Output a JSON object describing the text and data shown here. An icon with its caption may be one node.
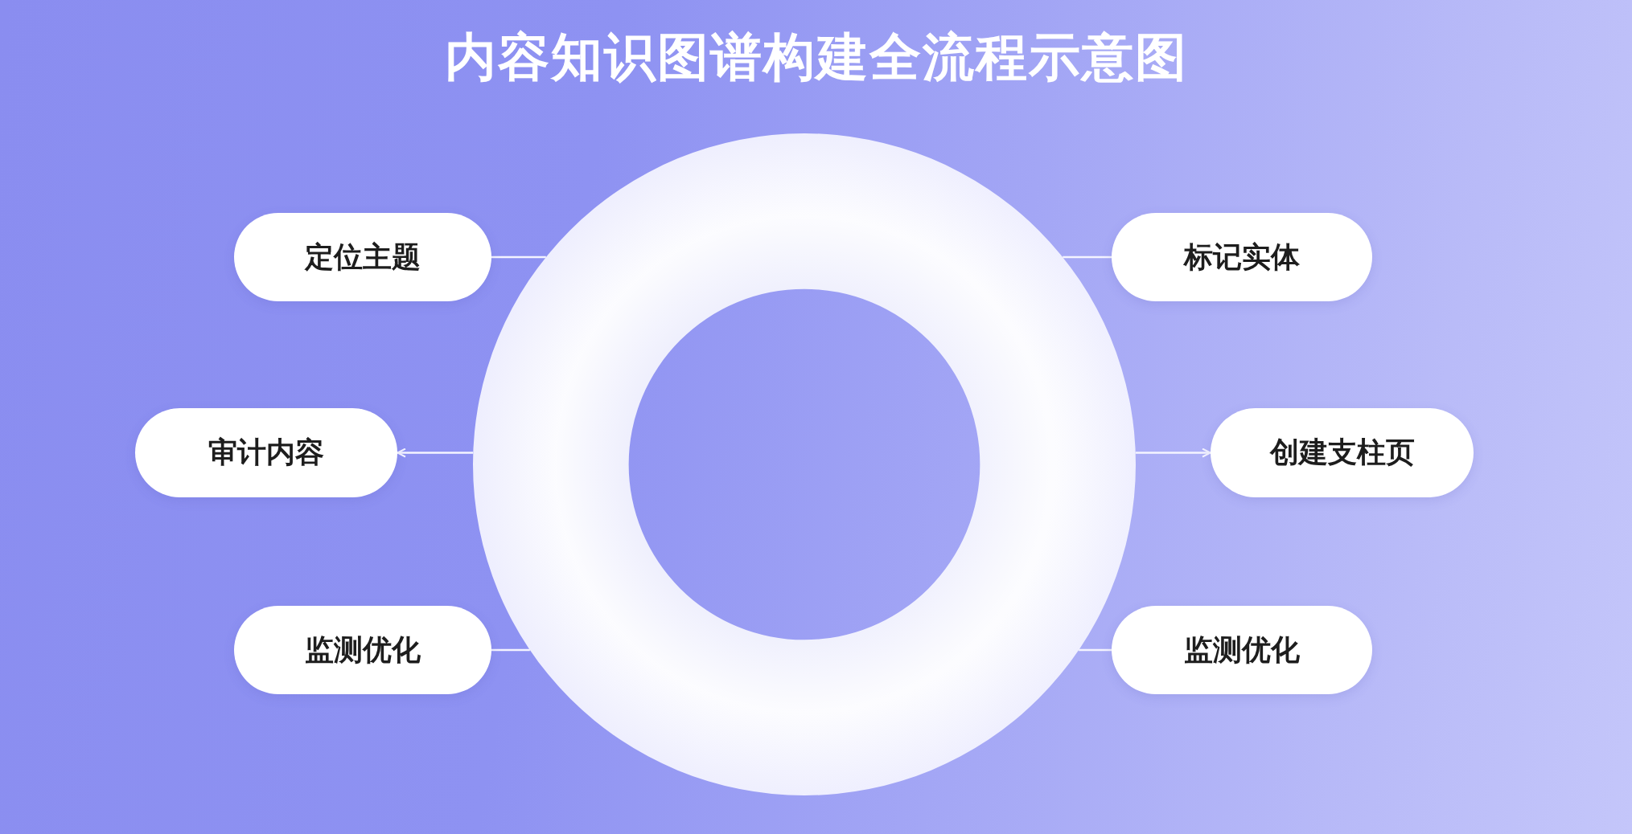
{
  "diagram": {
    "title": "内容知识图谱构建全流程示意图",
    "nodes": [
      {
        "text": [
          "定位主题"
        ]
      },
      {
        "text": [
          "标记实体"
        ]
      },
      {
        "text": [
          "审计内容"
        ]
      },
      {
        "text": [
          "创建支柱页"
        ]
      },
      {
        "text": [
          "监测优化"
        ]
      },
      {
        "text": [
          "监测优化"
        ]
      },
      {
        "text": [],
        "shape": "circle"
      }
    ],
    "edges": [
      {
        "from": 6,
        "to": 0,
        "arrow": "none"
      },
      {
        "from": 6,
        "to": 1,
        "arrow": "none"
      },
      {
        "from": 6,
        "to": 2,
        "arrow": "to"
      },
      {
        "from": 6,
        "to": 3,
        "arrow": "to"
      },
      {
        "from": 6,
        "to": 4,
        "arrow": "none"
      },
      {
        "from": 6,
        "to": 5,
        "arrow": "none"
      }
    ]
  }
}
